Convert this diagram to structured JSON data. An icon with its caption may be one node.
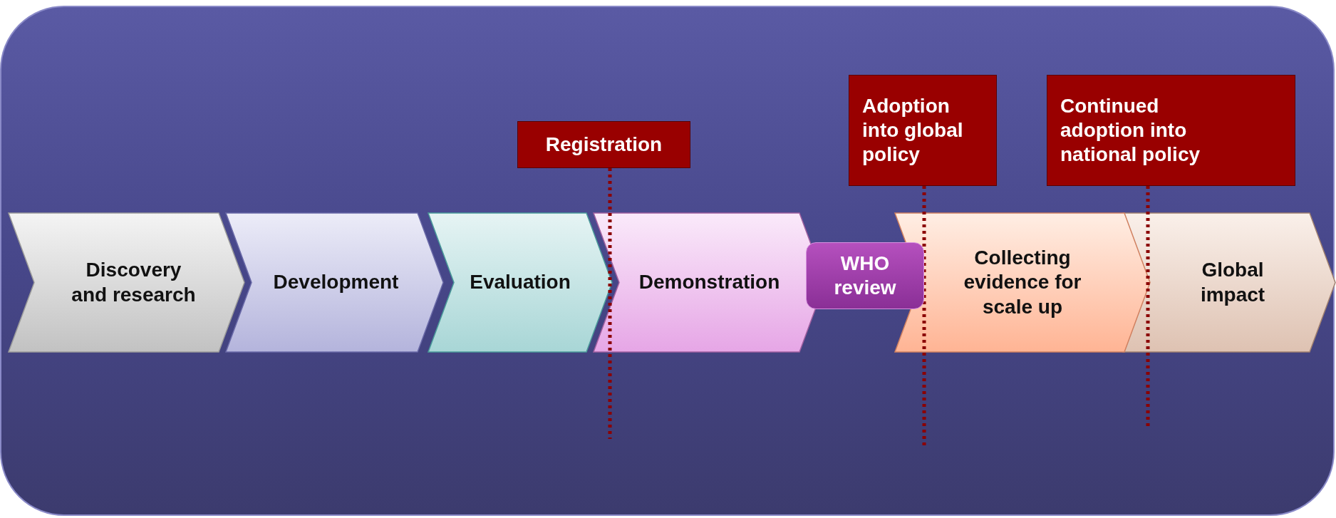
{
  "diagram": {
    "nodes": [
      {
        "text": [
          "Registration"
        ]
      },
      {
        "text": [
          "Adoption into global policy"
        ]
      },
      {
        "text": [
          "Continued adoption into national policy"
        ]
      },
      {
        "text": [
          "Discovery and research"
        ]
      },
      {
        "text": [
          "Development"
        ]
      },
      {
        "text": [
          "Evaluation"
        ]
      },
      {
        "text": [
          "Demonstration"
        ]
      },
      {
        "text": [
          "WHO review"
        ]
      },
      {
        "text": [
          "Collecting evidence for scale up"
        ]
      },
      {
        "text": [
          "Global impact"
        ]
      }
    ],
    "edges": [
      {
        "from": 0,
        "to": null,
        "arrow": "none",
        "style": "dashed",
        "color": "#8b0000"
      },
      {
        "from": 1,
        "to": null,
        "arrow": "none",
        "style": "dashed",
        "color": "#8b0000"
      },
      {
        "from": 2,
        "to": null,
        "arrow": "none",
        "style": "dashed",
        "color": "#8b0000"
      }
    ]
  }
}
